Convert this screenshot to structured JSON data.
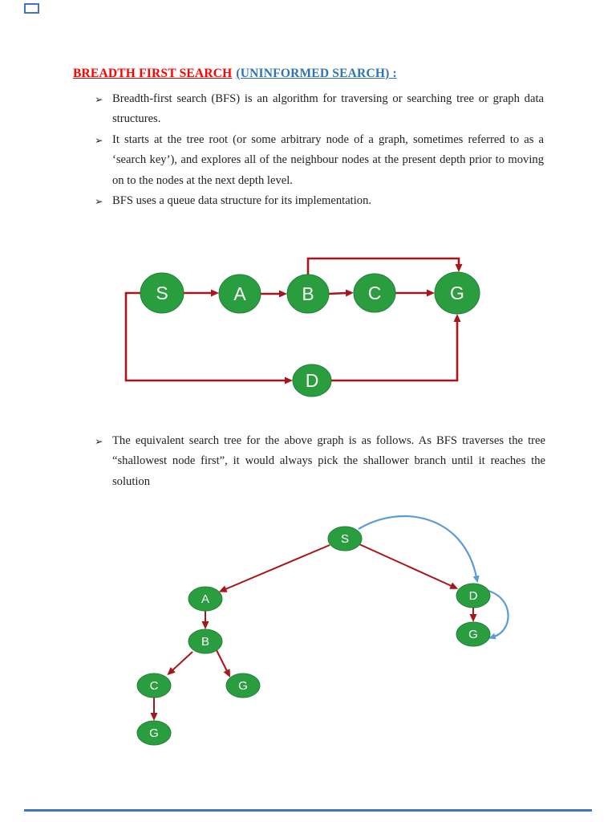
{
  "doc": {
    "title": {
      "red": "BREADTH FIRST SEARCH",
      "blue": "(UNINFORMED SEARCH) :"
    },
    "bullet_marker": "➢",
    "bullets": [
      "Breadth-first search (BFS) is an algorithm for traversing or searching tree or graph data structures.",
      "It starts at the tree root (or some arbitrary node of a graph, sometimes referred to as a ‘search key’), and explores all of the neighbour nodes at the present depth prior to moving on to the nodes at the next depth level.",
      "BFS uses a queue data structure for its implementation."
    ],
    "tree_intro": "The equivalent search tree for the above graph is as follows. As BFS traverses the tree “shallowest node first”, it would always pick the shallower branch until it reaches the solution"
  },
  "graph_diagram": {
    "kind": "directed-graph",
    "nodes": {
      "s": "S",
      "a": "A",
      "b": "B",
      "c": "C",
      "g": "G",
      "d": "D"
    },
    "edges": [
      "S→A",
      "A→B",
      "B→C",
      "C→G",
      "B→G",
      "S→D",
      "D→G"
    ]
  },
  "tree_diagram": {
    "kind": "search-tree",
    "nodes": {
      "s": "S",
      "a": "A",
      "d": "D",
      "b": "B",
      "g_under_d": "G",
      "c": "C",
      "g_under_b": "G",
      "g_under_c": "G"
    },
    "edges": [
      "S→A",
      "S→D",
      "A→B",
      "B→C",
      "B→G",
      "C→G",
      "D→G"
    ],
    "blue_arrows": [
      "S→D",
      "D→G"
    ]
  },
  "colors": {
    "title_red": "#ff0000",
    "title_blue": "#2e74b5",
    "node_green": "#2a9d3f",
    "node_green_dark": "#20813a",
    "edge_red": "#a9151b",
    "curve_blue": "#5b9bd5",
    "frame_blue": "#4472c4",
    "text": "#1f1f1f"
  }
}
